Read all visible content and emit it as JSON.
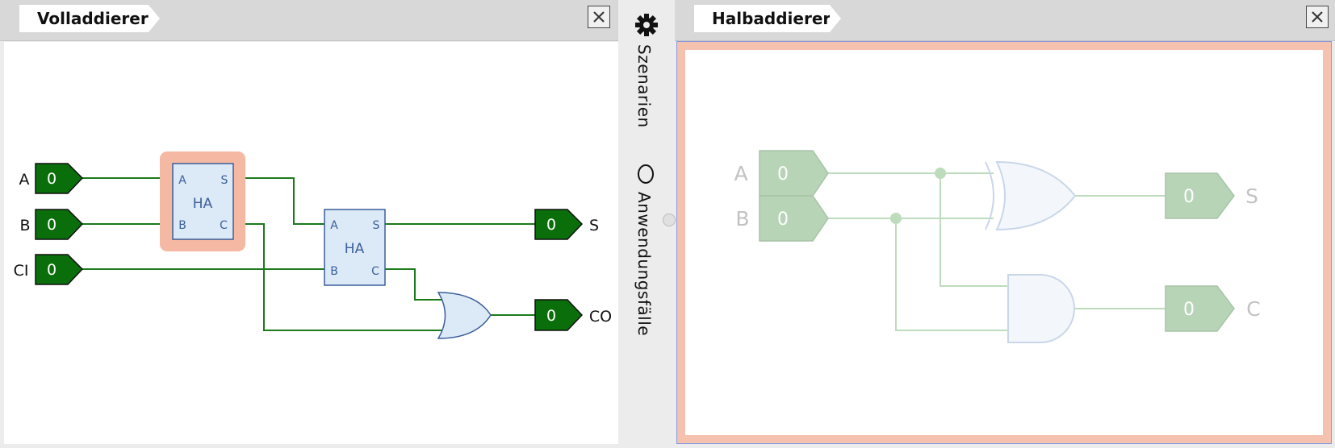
{
  "left_panel": {
    "tab_title": "Volladdierer",
    "close_symbol": "✕",
    "inputs": [
      {
        "name": "A",
        "value": "0"
      },
      {
        "name": "B",
        "value": "0"
      },
      {
        "name": "CI",
        "value": "0"
      }
    ],
    "outputs": [
      {
        "name": "S",
        "value": "0"
      },
      {
        "name": "CO",
        "value": "0"
      }
    ],
    "half_adder_1": {
      "title": "HA",
      "pin_a": "A",
      "pin_b": "B",
      "pin_s": "S",
      "pin_c": "C"
    },
    "half_adder_2": {
      "title": "HA",
      "pin_a": "A",
      "pin_b": "B",
      "pin_s": "S",
      "pin_c": "C"
    }
  },
  "sidebar": {
    "settings_icon": "gear-icon",
    "tab_scenarios": "Szenarien",
    "tab_use_cases": "Anwendungsfälle",
    "use_cases_icon": "circle-icon"
  },
  "right_panel": {
    "tab_title": "Halbaddierer",
    "close_symbol": "✕",
    "inputs": [
      {
        "name": "A",
        "value": "0"
      },
      {
        "name": "B",
        "value": "0"
      }
    ],
    "outputs": [
      {
        "name": "S",
        "value": "0"
      },
      {
        "name": "C",
        "value": "0"
      }
    ]
  },
  "colors": {
    "wire": "#1b7a1b",
    "io_fill": "#0a6e0a",
    "block_fill": "#dce9f7",
    "block_stroke": "#3a5f9a",
    "highlight": "#f5b8a2",
    "faded_io": "#b7d4b7",
    "faded_wire": "#bcdcbc"
  }
}
